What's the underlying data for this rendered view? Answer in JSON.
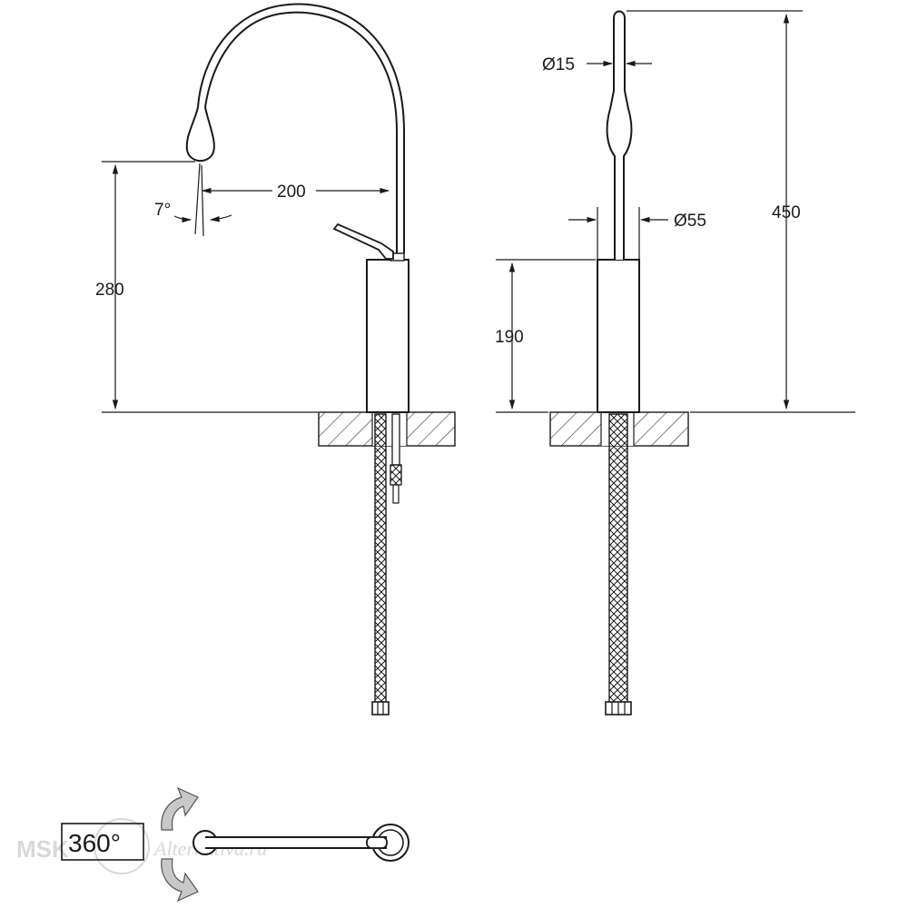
{
  "dimensions": {
    "spout_reach": "200",
    "spout_angle": "7°",
    "outlet_height": "280",
    "spout_diameter": "Ø15",
    "body_diameter": "Ø55",
    "body_height": "190",
    "total_height": "450"
  },
  "rotation": {
    "label": "360°"
  },
  "watermark": {
    "text": "MSK",
    "brand": "Alternativa.ru"
  },
  "colors": {
    "line": "#1a1a1a",
    "hatch": "#333333",
    "arrow_fill": "#c8c8c8",
    "watermark": "#d8d8d8"
  }
}
